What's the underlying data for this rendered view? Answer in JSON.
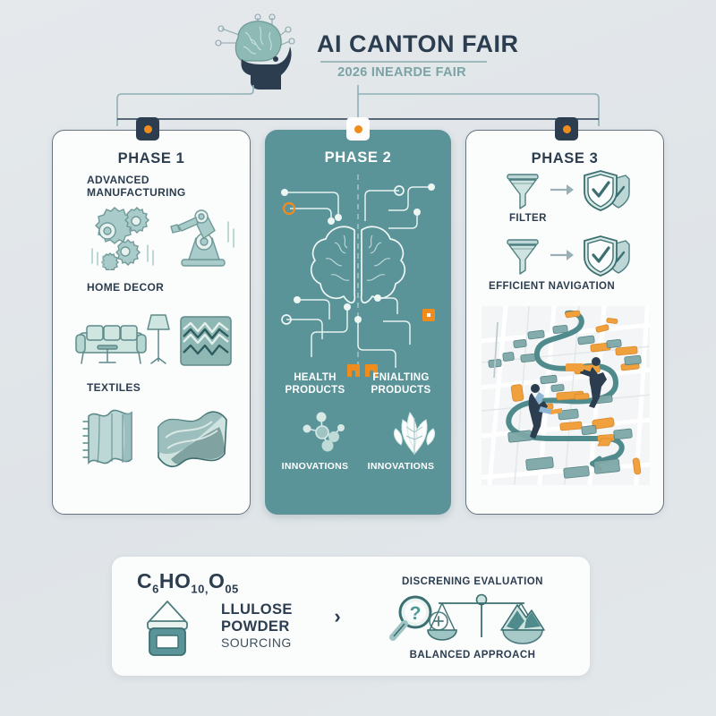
{
  "header": {
    "logo_icon": "brain-circuit-icon",
    "title": "AI CANTON FAIR",
    "subtitle": "2026 INEARDE FAIR"
  },
  "colors": {
    "background": "#e2e7ea",
    "navy": "#2b3d4f",
    "teal": "#5a9499",
    "teal_light": "#9ec4c3",
    "orange": "#f08c1e",
    "panel_light": "#fbfcfc"
  },
  "panels": [
    {
      "id": "phase-1",
      "title": "PHASE 1",
      "style": "light",
      "node_icon": "connector-node-icon",
      "categories": [
        {
          "label": "ADVANCED\nMANUFACTURING",
          "line1": "ADVANCED",
          "line2": "MANUFACTURING",
          "icons": [
            "gears-icon",
            "robot-arm-icon"
          ]
        },
        {
          "label": "HOME DECOR",
          "line1": "HOME DECOR",
          "line2": "",
          "icons": [
            "sofa-lamp-icon",
            "rug-pattern-icon"
          ]
        },
        {
          "label": "TEXTILES",
          "line1": "TEXTILES",
          "line2": "",
          "icons": [
            "folded-fabric-icon",
            "waving-fabric-icon"
          ]
        }
      ]
    },
    {
      "id": "phase-2",
      "title": "PHASE 2",
      "style": "dark",
      "node_icon": "connector-node-icon",
      "network_icon": "brain-network-icon",
      "sublabels": [
        {
          "line1": "HEALTH",
          "line2": "PRODUCTS",
          "icon": "molecule-icon",
          "caption": "INNOVATIONS"
        },
        {
          "line1": "FNIALTING",
          "line2": "PRODUCTS",
          "icon": "leaf-plant-icon",
          "caption": "INNOVATIONS"
        }
      ]
    },
    {
      "id": "phase-3",
      "title": "PHASE 3",
      "style": "light",
      "node_icon": "connector-node-icon",
      "flows": [
        {
          "from_icon": "funnel-icon",
          "arrow_icon": "arrow-right-icon",
          "to_icon": "shield-check-icon"
        },
        {
          "from_icon": "funnel-icon",
          "arrow_icon": "arrow-right-icon",
          "to_icon": "shield-check-icon"
        }
      ],
      "label_filter": "FILTER",
      "label_navigation": "EFFICIENT NAVIGATION",
      "map_icon": "route-map-icon"
    }
  ],
  "bottom": {
    "formula": {
      "c": "C",
      "c_sub": "6",
      "h": "HO",
      "h_sub": "10,",
      "o": "O",
      "o_sub": "05"
    },
    "jar_icon": "powder-jar-icon",
    "left_line1": "LLULOSE",
    "left_line2": "POWDER",
    "left_line3": "SOURCING",
    "arrow": "›",
    "caption_top": "DISCRENING EVALUATION",
    "caption_bottom": "BALANCED APPROACH",
    "icons": [
      "magnifier-question-icon",
      "balance-scale-icon"
    ]
  }
}
